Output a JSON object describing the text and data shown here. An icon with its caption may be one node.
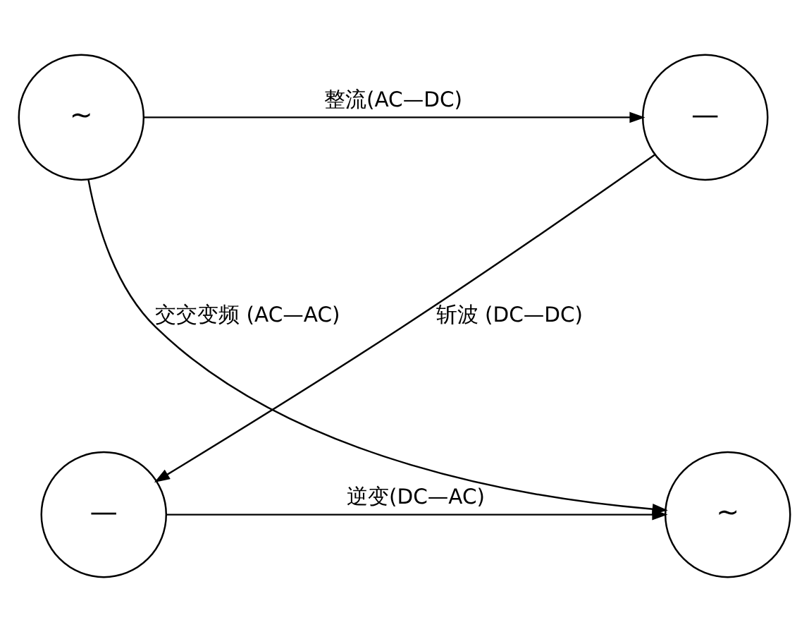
{
  "diagram": {
    "nodes": [
      {
        "text": [
          "~"
        ]
      },
      {
        "text": [
          "—"
        ]
      },
      {
        "text": [
          "~"
        ]
      },
      {
        "text": [
          "—"
        ]
      }
    ],
    "edges": [
      {
        "from": 0,
        "to": 1,
        "arrow": "to",
        "label": "整流(AC—DC)"
      },
      {
        "from": 0,
        "to": 2,
        "arrow": "to",
        "label": "交交变频 (AC—AC)"
      },
      {
        "from": 1,
        "to": 3,
        "arrow": "to",
        "label": "斩波 (DC—DC)"
      },
      {
        "from": 3,
        "to": 2,
        "arrow": "to",
        "label": "逆变(DC—AC)"
      }
    ]
  }
}
